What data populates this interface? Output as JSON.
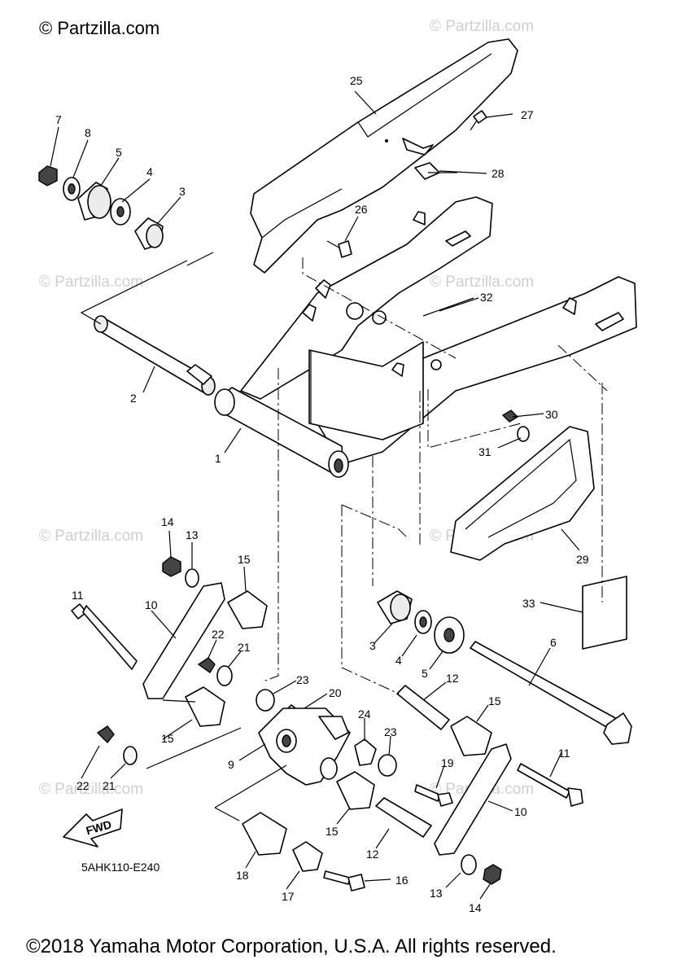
{
  "watermark": {
    "main": "© Partzilla.com",
    "repeat": "© Partzilla.com"
  },
  "diagram_code": "5AHK110-E240",
  "fwd_label": "FWD",
  "footer": "©2018 Yamaha Motor Corporation, U.S.A. All rights reserved.",
  "callouts": [
    "1",
    "2",
    "3",
    "4",
    "5",
    "6",
    "7",
    "8",
    "9",
    "10",
    "11",
    "12",
    "13",
    "14",
    "15",
    "16",
    "17",
    "18",
    "19",
    "20",
    "21",
    "22",
    "23",
    "24",
    "25",
    "26",
    "27",
    "28",
    "29",
    "30",
    "31",
    "32",
    "33"
  ]
}
